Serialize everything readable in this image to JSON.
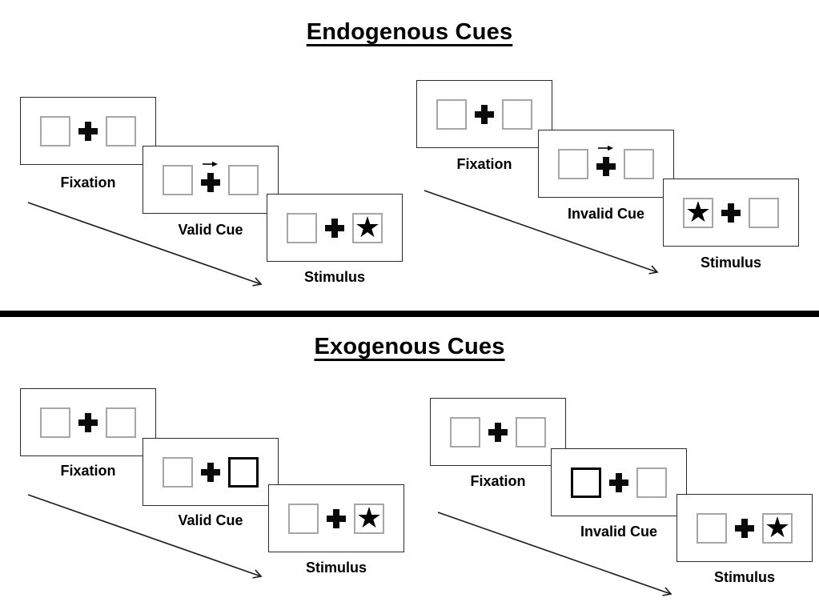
{
  "sections": [
    {
      "title": "Endogenous Cues",
      "panels": [
        {
          "name": "endogenous-valid",
          "steps": [
            {
              "label": "Fixation",
              "type": "fixation"
            },
            {
              "label": "Valid Cue",
              "type": "arrow-cue",
              "cue_direction": "right"
            },
            {
              "label": "Stimulus",
              "type": "stimulus",
              "star_box": "right"
            }
          ]
        },
        {
          "name": "endogenous-invalid",
          "steps": [
            {
              "label": "Fixation",
              "type": "fixation"
            },
            {
              "label": "Invalid Cue",
              "type": "arrow-cue",
              "cue_direction": "right"
            },
            {
              "label": "Stimulus",
              "type": "stimulus",
              "star_box": "left"
            }
          ]
        }
      ]
    },
    {
      "title": "Exogenous Cues",
      "panels": [
        {
          "name": "exogenous-valid",
          "steps": [
            {
              "label": "Fixation",
              "type": "fixation"
            },
            {
              "label": "Valid Cue",
              "type": "box-highlight-cue",
              "highlighted_box": "right"
            },
            {
              "label": "Stimulus",
              "type": "stimulus",
              "star_box": "right"
            }
          ]
        },
        {
          "name": "exogenous-invalid",
          "steps": [
            {
              "label": "Fixation",
              "type": "fixation"
            },
            {
              "label": "Invalid Cue",
              "type": "box-highlight-cue",
              "highlighted_box": "left"
            },
            {
              "label": "Stimulus",
              "type": "stimulus",
              "star_box": "right"
            }
          ]
        }
      ]
    }
  ],
  "icons": {
    "fixation-cross-icon": "✚ (drawn as CSS cross)",
    "cue-arrow-icon": "→",
    "target-star-icon": "★",
    "timeline-arrow-icon": "diagonal line with open arrowhead"
  },
  "colors": {
    "background": "#ffffff",
    "text": "#000000",
    "card_outline": "#2b2b2b",
    "placeholder_box_outline": "#a6a6a6",
    "highlight_box_outline": "#000000",
    "divider": "#000000"
  }
}
